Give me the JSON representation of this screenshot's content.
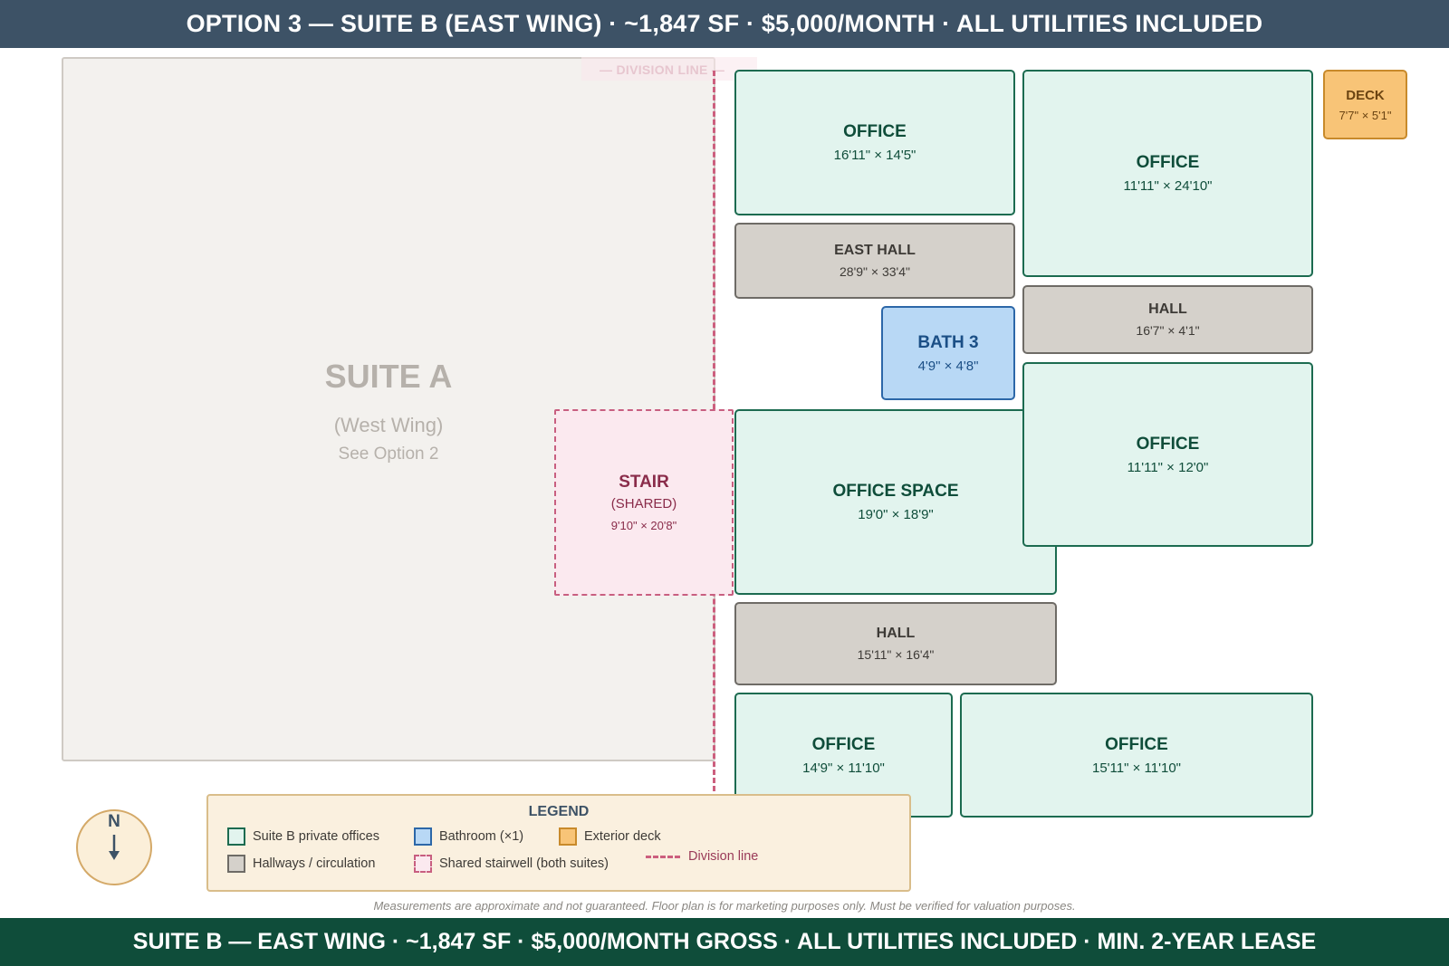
{
  "banner_top": "OPTION 3 — SUITE B (EAST WING) · ~1,847 SF · $5,000/MONTH · ALL UTILITIES INCLUDED",
  "banner_bottom": "SUITE B — EAST WING · ~1,847 SF · $5,000/MONTH GROSS · ALL UTILITIES INCLUDED · MIN. 2-YEAR LEASE",
  "suite_a": {
    "title": "SUITE A",
    "subtitle": "(West Wing)",
    "note": "See Option 2"
  },
  "division_label": "— DIVISION LINE —",
  "rooms": {
    "office_top_left": {
      "name": "OFFICE",
      "dims": "16'11\" × 14'5\""
    },
    "office_top_right": {
      "name": "OFFICE",
      "dims": "11'11\" × 24'10\""
    },
    "deck": {
      "name": "DECK",
      "dims": "7'7\" × 5'1\""
    },
    "east_hall": {
      "name": "EAST HALL",
      "dims": "28'9\" × 33'4\""
    },
    "hall_upper": {
      "name": "HALL",
      "dims": "16'7\" × 4'1\""
    },
    "bath": {
      "name": "BATH 3",
      "dims": "4'9\" × 4'8\""
    },
    "office_mid_right": {
      "name": "OFFICE",
      "dims": "11'11\" × 12'0\""
    },
    "stair": {
      "name": "STAIR",
      "sub": "(SHARED)",
      "dims": "9'10\" × 20'8\""
    },
    "office_space": {
      "name": "OFFICE SPACE",
      "dims": "19'0\" × 18'9\""
    },
    "hall_lower": {
      "name": "HALL",
      "dims": "15'11\" × 16'4\""
    },
    "office_bottom_left": {
      "name": "OFFICE",
      "dims": "14'9\" × 11'10\""
    },
    "office_bottom_right": {
      "name": "OFFICE",
      "dims": "15'11\" × 11'10\""
    }
  },
  "legend": {
    "title": "LEGEND",
    "items": {
      "private_offices": "Suite B private offices",
      "hallways": "Hallways / circulation",
      "bathroom": "Bathroom (×1)",
      "stairwell": "Shared stairwell (both suites)",
      "deck": "Exterior deck",
      "division": "Division line"
    }
  },
  "compass": {
    "label": "N"
  },
  "footnote": "Measurements are approximate and not guaranteed. Floor plan is for marketing purposes only. Must be verified for valuation purposes.",
  "colors": {
    "office_fill": "#e2f4ee",
    "office_border": "#1c6b50",
    "hall_fill": "#d5d1cb",
    "bath_fill": "#b8d8f5",
    "deck_fill": "#f8c477",
    "stair_fill": "#fbe9ef",
    "division": "#cc5f7e"
  }
}
